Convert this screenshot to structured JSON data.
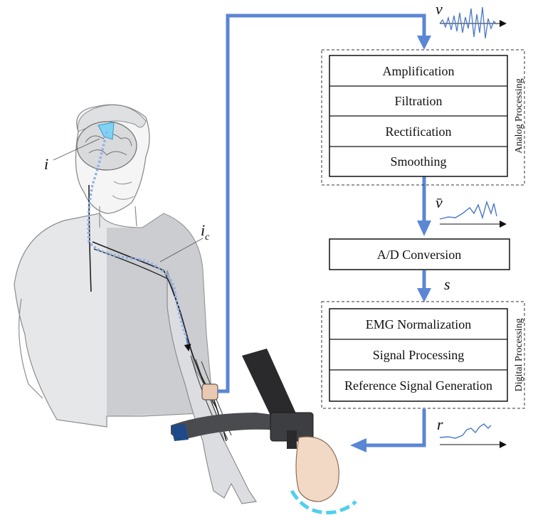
{
  "analog_group": {
    "label": "Analog Processing",
    "blocks": [
      "Amplification",
      "Filtration",
      "Rectification",
      "Smoothing"
    ]
  },
  "ad_block": {
    "label": "A/D Conversion"
  },
  "digital_group": {
    "label": "Digital Processing",
    "blocks": [
      "EMG Normalization",
      "Signal Processing",
      "Reference Signal Generation"
    ]
  },
  "signals": {
    "raw": "v",
    "smoothed": "v̄",
    "digitized": "s",
    "reference": "r",
    "brain_current": "i",
    "nerve_current": "i",
    "nerve_current_sub": "c"
  },
  "colors": {
    "flow_arrow": "#5b86d4",
    "signal_trace": "#4a78c8",
    "rotation_arrow": "#4fd0ee",
    "body_fill": "#e6e7e9",
    "body_shadow": "#b7b8bb",
    "hand_skin": "#f2d9c5",
    "brace": "#2a2a2c",
    "brace_accent": "#1f4a8a"
  },
  "icons": [
    "human-figure-illustration",
    "brain-icon",
    "emg-sensor-icon",
    "arm-brace-device-icon",
    "rotation-arrow-icon"
  ]
}
